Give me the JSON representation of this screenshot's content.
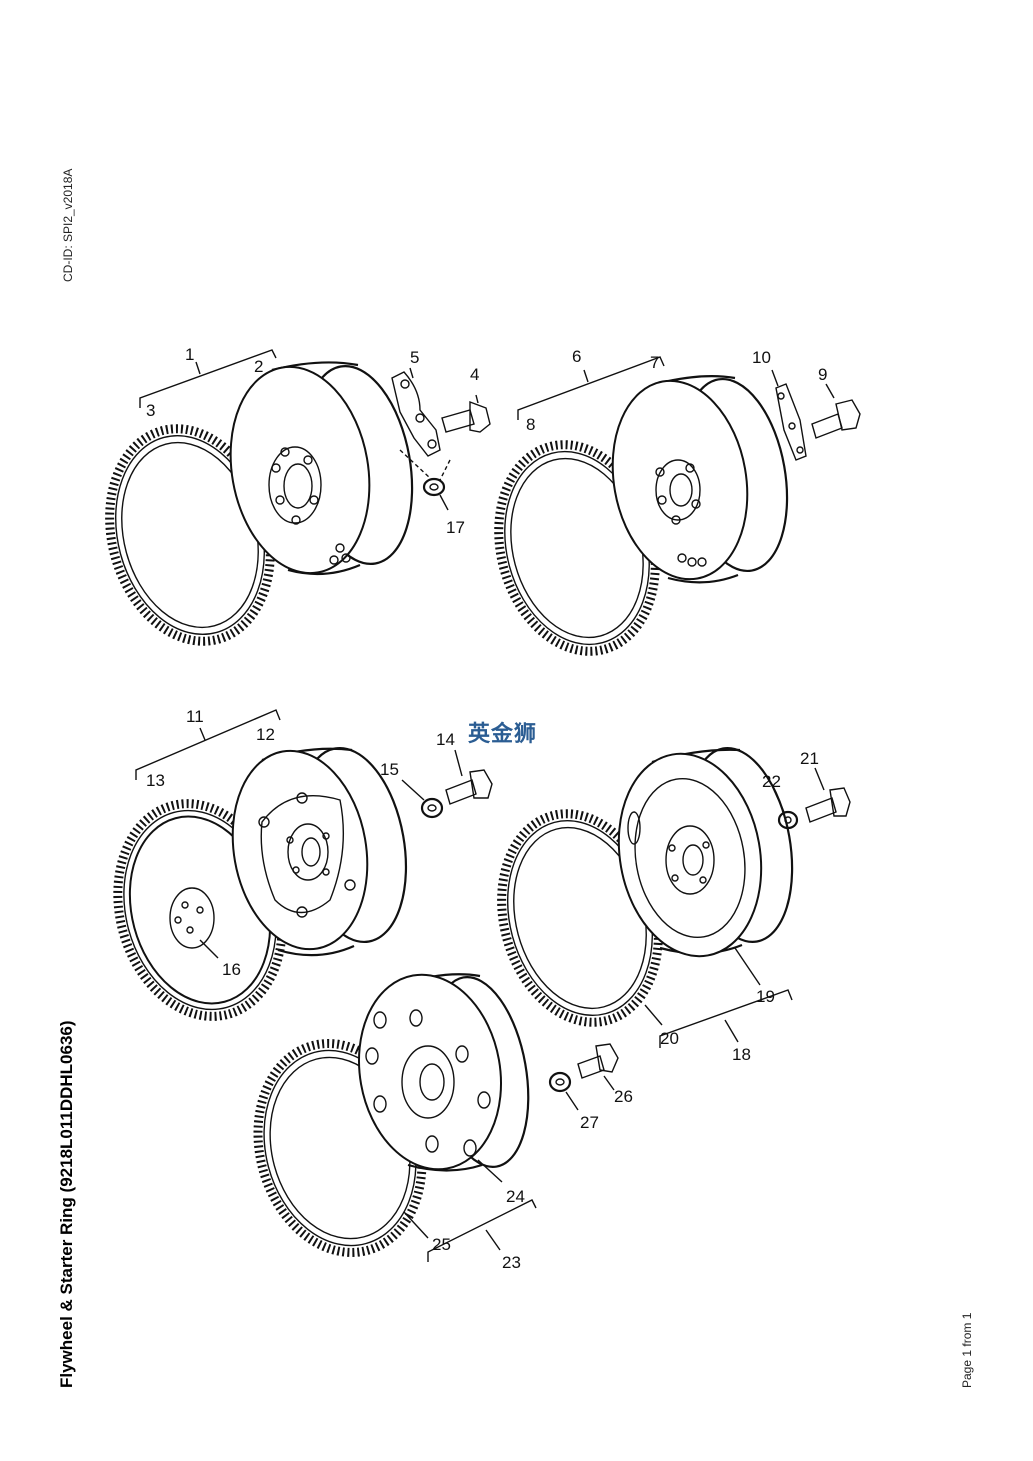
{
  "header": {
    "cd_id": "CD-ID: SPI2_v2018A"
  },
  "title": "Flywheel & Starter Ring (9218L011DDHL0636)",
  "footer": {
    "page": "Page 1 from 1"
  },
  "watermark": "英金狮",
  "callouts": [
    "1",
    "2",
    "3",
    "4",
    "5",
    "6",
    "7",
    "8",
    "9",
    "10",
    "11",
    "12",
    "13",
    "14",
    "15",
    "16",
    "17",
    "18",
    "19",
    "20",
    "21",
    "22",
    "23",
    "24",
    "25",
    "26",
    "27"
  ]
}
